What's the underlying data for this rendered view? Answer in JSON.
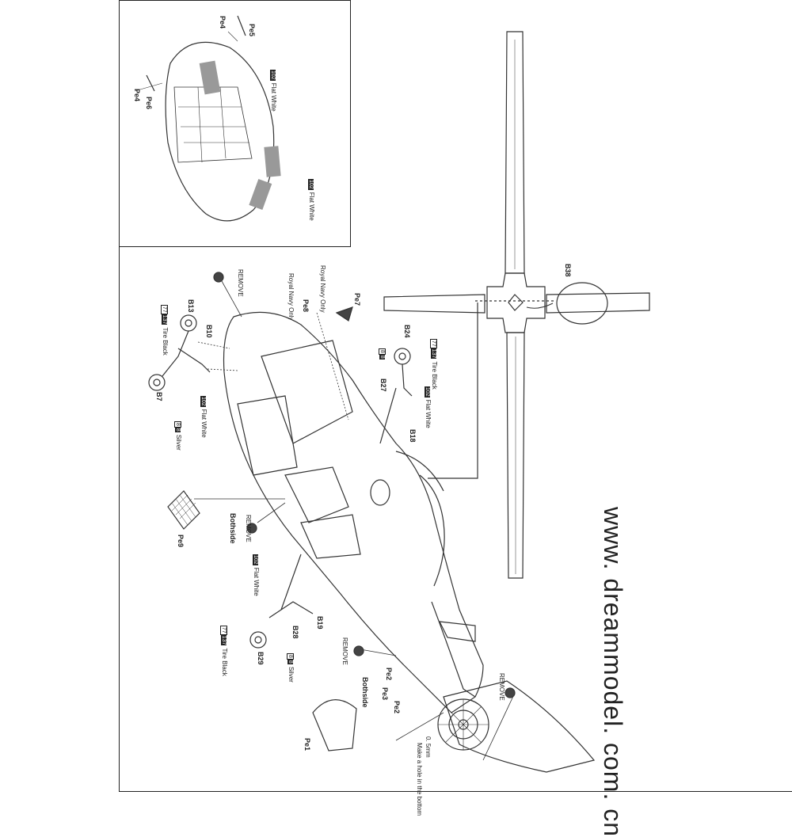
{
  "website": "www. dreammodel. com. cn",
  "paints": {
    "flat_white": {
      "code": "102",
      "label": "Flat White"
    },
    "tire_black": {
      "code": "137",
      "label": "Tire Black",
      "prefix": "77"
    },
    "silver": {
      "code": "8",
      "label": "Silver",
      "prefix": "8"
    }
  },
  "parts": {
    "pe4": "Pe4",
    "pe5": "Pe5",
    "pe6": "Pe6",
    "pe1": "Pe1",
    "pe2": "Pe2",
    "pe3": "Pe3",
    "pe7": "Pe7",
    "pe8": "Pe8",
    "pe9": "Pe9",
    "b7": "B7",
    "b10": "B10",
    "b13": "B13",
    "b18": "B18",
    "b19": "B19",
    "b24": "B24",
    "b27": "B27",
    "b28": "B28",
    "b29": "B29",
    "b38": "B38"
  },
  "notes": {
    "remove": "REMOVE",
    "royal_navy": "Royal Navy Only",
    "bothside": "Bothside",
    "hole": "Make a hole in the bottom",
    "hole_size": "0. 5mm"
  }
}
